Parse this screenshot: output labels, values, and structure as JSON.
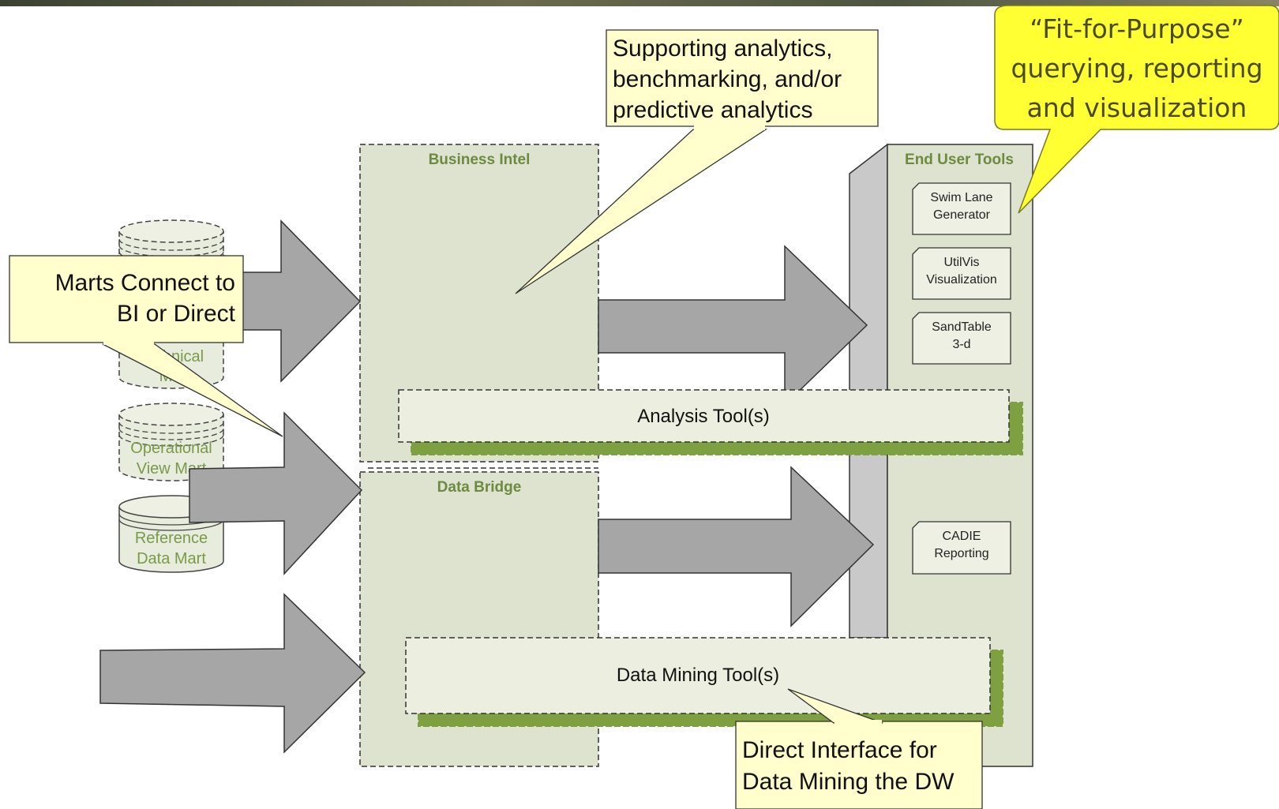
{
  "callouts": {
    "supporting": [
      "Supporting analytics,",
      "benchmarking, and/or",
      "predictive analytics"
    ],
    "fit_for_purpose": [
      "“Fit-for-Purpose”",
      "querying, reporting",
      "and visualization"
    ],
    "marts": [
      "Marts Connect to",
      "BI or Direct"
    ],
    "direct": [
      "Direct Interface for",
      "Data Mining the DW"
    ]
  },
  "panels": {
    "business_intel": "Business Intel",
    "data_bridge": "Data Bridge",
    "end_user_tools": "End  User Tools"
  },
  "marts": {
    "technical_partial": [
      "hnical",
      "M"
    ],
    "operational": [
      "Operational",
      "View Mart"
    ],
    "reference": [
      "Reference",
      "Data Mart"
    ]
  },
  "tools": {
    "swim_lane": [
      "Swim Lane",
      "Generator"
    ],
    "utilvis": [
      "UtilVis",
      "Visualization"
    ],
    "sandtable": [
      "SandTable",
      "3-d"
    ],
    "cadie": [
      "CADIE",
      "Reporting"
    ]
  },
  "bars": {
    "analysis": "Analysis Tool(s)",
    "data_mining": "Data Mining Tool(s)"
  },
  "colors": {
    "panel_fill": "#dde3cf",
    "arrow_fill": "#a6a6a6",
    "callout_fill": "#fffecc",
    "fit_callout_fill": "#ffff33",
    "shadow_green": "#7ea041"
  }
}
